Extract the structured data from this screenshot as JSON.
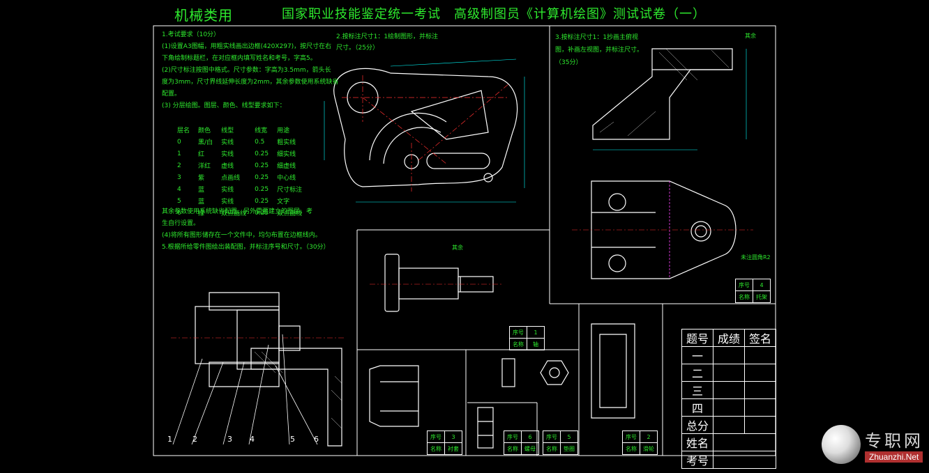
{
  "header": {
    "category": "机械类用",
    "title": "国家职业技能鉴定统一考试　高级制图员《计算机绘图》测试试卷（一）"
  },
  "requirements": {
    "heading": "1.考试要求（10分）",
    "lines": [
      "(1)设置A3图幅，用粗实线画出边框(420X297)，按尺寸在右",
      "下角绘制标题栏，在对应框内填写姓名和考号，字高5。",
      "(2)尺寸标注按图中格式。尺寸参数：字高为3.5mm，箭头长",
      "度为3mm，尺寸界线延伸长度为2mm，其余参数使用系统缺省",
      "配置。",
      "(3) 分层绘图。图层、颜色、线型要求如下："
    ],
    "layer_table": {
      "headers": [
        "层名",
        "颜色",
        "线型",
        "线宽",
        "用途"
      ],
      "rows": [
        [
          "0",
          "黑/白",
          "实线",
          "0.5",
          "粗实线"
        ],
        [
          "1",
          "红",
          "实线",
          "0.25",
          "细实线"
        ],
        [
          "2",
          "洋红",
          "虚线",
          "0.25",
          "细虚线"
        ],
        [
          "3",
          "紫",
          "点画线",
          "0.25",
          "中心线"
        ],
        [
          "4",
          "蓝",
          "实线",
          "0.25",
          "尺寸标注"
        ],
        [
          "5",
          "蓝",
          "实线",
          "0.25",
          "文字"
        ],
        [
          "6",
          "绿",
          "双点画线",
          "0.25",
          "双点画线"
        ]
      ]
    },
    "tail_lines": [
      "其余参数使用系统缺省配置。另外需要建立的图层，考",
      "生自行设置。",
      "(4)将所有图形储存在一个文件中，均匀布置在边框线内。",
      "5.根据所给零件图绘出装配图，并标注序号和尺寸。（30分）"
    ]
  },
  "q2": {
    "text": "2.按标注尺寸1：1绘制图形，并标注尺寸。（25分）"
  },
  "q3": {
    "text": "3.按标注尺寸1：1抄画主俯视图，补画左视图，并标注尺寸。（35分）"
  },
  "score_table": {
    "header": [
      "题号",
      "成绩",
      "签名"
    ],
    "rows": [
      "一",
      "二",
      "三",
      "四",
      "总分",
      "姓名",
      "考号"
    ]
  },
  "parts": [
    {
      "seq_label": "序号",
      "seq": "4",
      "name_label": "名称",
      "name": "托架"
    },
    {
      "seq_label": "序号",
      "seq": "1",
      "name_label": "名称",
      "name": "轴"
    },
    {
      "seq_label": "序号",
      "seq": "3",
      "name_label": "名称",
      "name": "衬套"
    },
    {
      "seq_label": "序号",
      "seq": "6",
      "name_label": "名称",
      "name": "螺母"
    },
    {
      "seq_label": "序号",
      "seq": "5",
      "name_label": "名称",
      "name": "垫圈"
    },
    {
      "seq_label": "序号",
      "seq": "2",
      "name_label": "名称",
      "name": "滑轮"
    }
  ],
  "leaders": [
    "1",
    "2",
    "3",
    "4",
    "5",
    "6"
  ],
  "annotations": {
    "rest": "其余",
    "note_r": "未注圆角R2"
  },
  "watermark": {
    "cn": "专职网",
    "en": "Zhuanzhi.Net"
  },
  "colors": {
    "green": "#2eea2e",
    "line": "#ffffff",
    "red": "#ff3030",
    "cyan": "#00ffff",
    "yellow": "#ffff00"
  }
}
